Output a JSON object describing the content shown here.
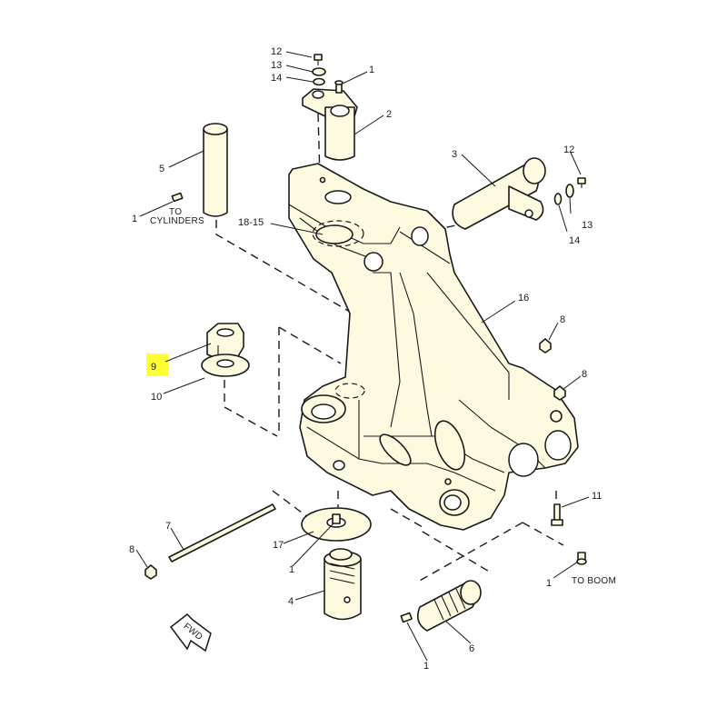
{
  "callouts": {
    "c12a": "12",
    "c13a": "13",
    "c14a": "14",
    "c1a": "1",
    "c2": "2",
    "c3": "3",
    "c12b": "12",
    "c13b": "13",
    "c14b": "14",
    "c5": "5",
    "c1b": "1",
    "c18_15": "18-15",
    "c16": "16",
    "c8a": "8",
    "c8b": "8",
    "c9": "9",
    "c10": "10",
    "c11": "11",
    "c7": "7",
    "c8c": "8",
    "c17": "17",
    "c1c": "1",
    "c4": "4",
    "c1d": "1",
    "c6": "6",
    "c1e": "1"
  },
  "notes": {
    "to_cylinders_line1": "TO",
    "to_cylinders_line2": "CYLINDERS",
    "to_boom": "TO BOOM",
    "fwd": "FWD"
  },
  "colors": {
    "part_fill": "#fdfae0",
    "highlight": "#ffff33"
  },
  "highlighted_callout": "9"
}
